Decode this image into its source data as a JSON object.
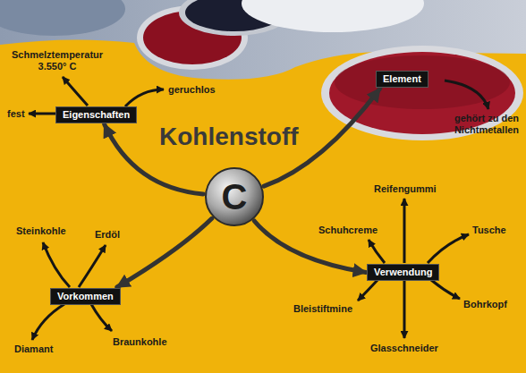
{
  "diagram": {
    "title": "Kohlenstoff",
    "nodes": [
      {
        "text": [
          "Eigenschaften"
        ]
      },
      {
        "text": [
          "Element"
        ]
      },
      {
        "text": [
          "C"
        ]
      },
      {
        "text": [
          "Verwendung"
        ]
      },
      {
        "text": [
          "Vorkommen"
        ]
      }
    ],
    "edges": [
      {
        "from": 2,
        "to": 0,
        "arrow": "to"
      },
      {
        "from": 2,
        "to": 1,
        "arrow": "to"
      },
      {
        "from": 2,
        "to": 4,
        "arrow": "to"
      },
      {
        "from": 2,
        "to": 3,
        "arrow": "to"
      }
    ],
    "labels": [
      "Schmelztemperatur 3.550° C",
      "geruchlos",
      "fest",
      "gehört zu den Nichtmetallen",
      "Reifengummi",
      "Steinkohle",
      "Erdöl",
      "Schuhcreme",
      "Tusche",
      "Bohrkopf",
      "Bleistiftmine",
      "Braunkohle",
      "Glasschneider",
      "Diamant"
    ]
  }
}
